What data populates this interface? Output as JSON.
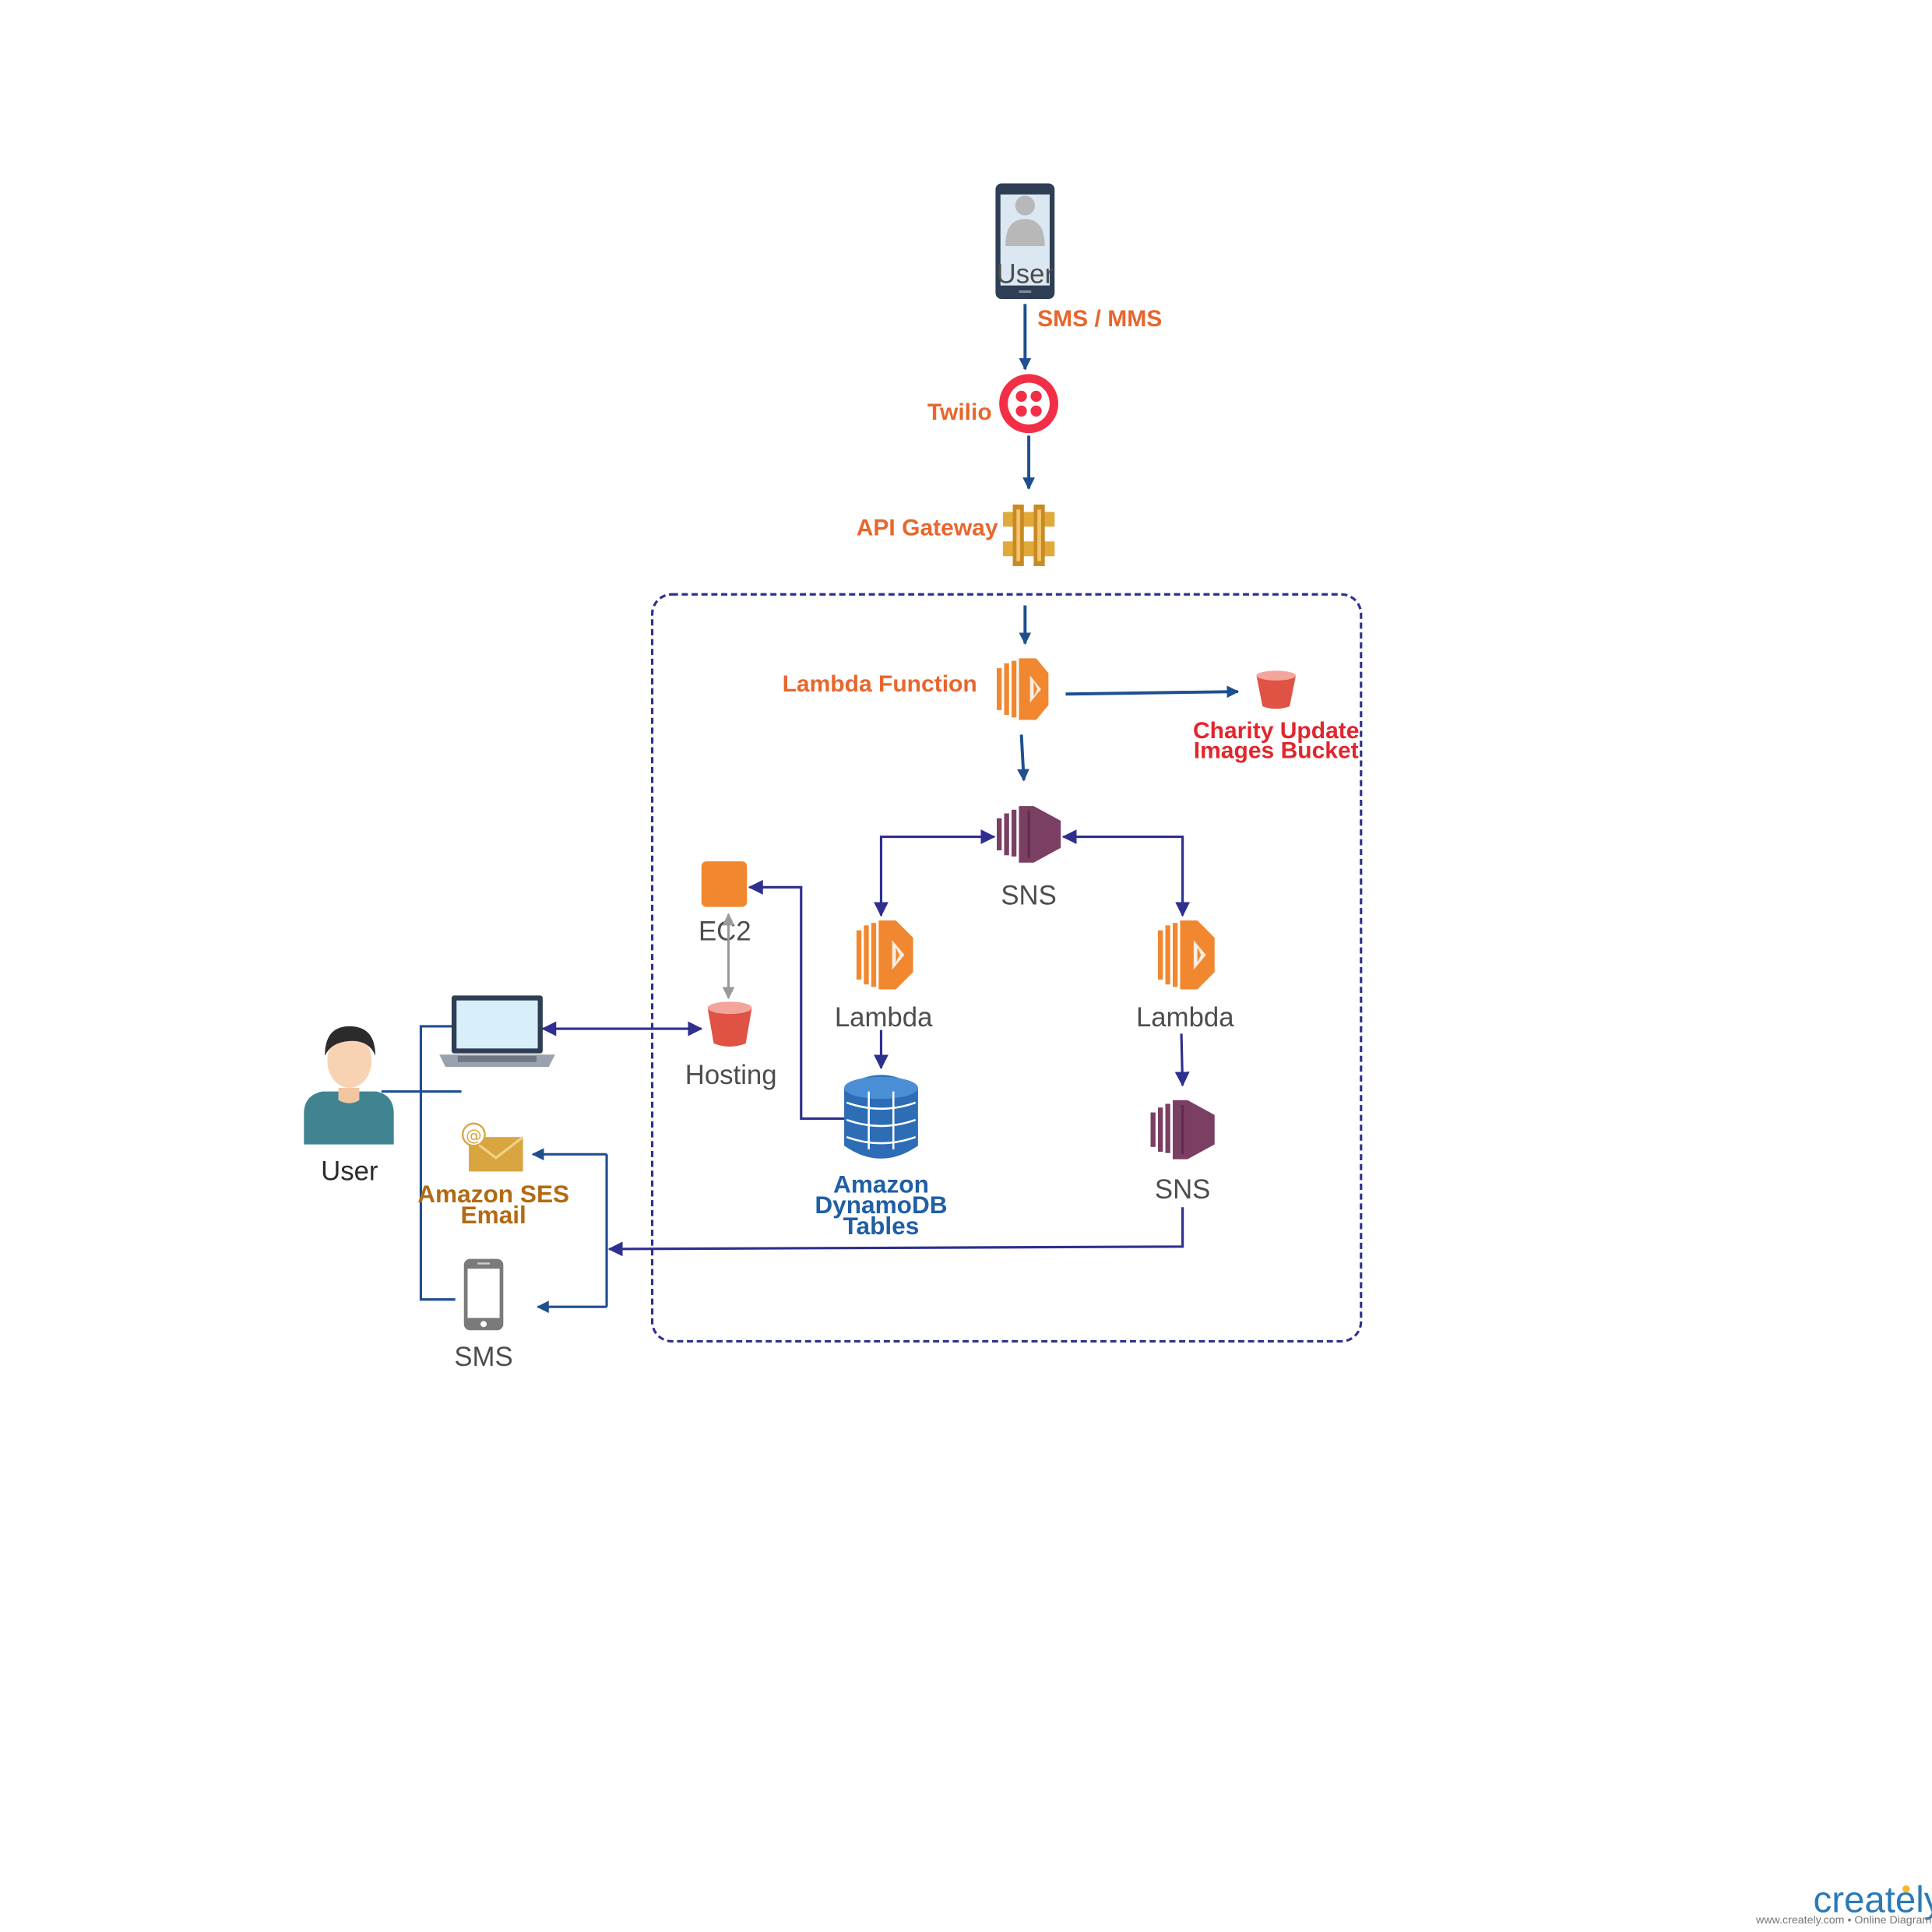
{
  "labels": {
    "user_phone": "User",
    "sms_mms": "SMS / MMS",
    "twilio": "Twilio",
    "api_gateway": "API Gateway",
    "lambda_function": "Lambda Function",
    "bucket_line1": "Charity Update",
    "bucket_line2": "Images Bucket",
    "sns_top": "SNS",
    "ec2": "EC2",
    "hosting": "Hosting",
    "lambda_left": "Lambda",
    "lambda_right": "Lambda",
    "dynamo_line1": "Amazon",
    "dynamo_line2": "DynamoDB",
    "dynamo_line3": "Tables",
    "sns_bottom": "SNS",
    "user_person": "User",
    "ses_line1": "Amazon SES",
    "ses_line2": "Email",
    "sms": "SMS"
  },
  "watermark": {
    "brand": "creately",
    "tagline": "www.creately.com • Online Diagramming"
  },
  "colors": {
    "flow_arrow": "#1f4f8f",
    "flow_arrow_purple": "#2e2f8f",
    "boundary": "#2e2f8f",
    "lambda": "#f1872f",
    "sns": "#7b3f63",
    "s3": "#e05243",
    "dynamodb": "#2d6db5",
    "ec2": "#f1872f",
    "api_gateway": "#e0a93a",
    "twilio": "#f22f46",
    "ses": "#d9a540"
  },
  "icons": [
    "phone-user-icon",
    "twilio-icon",
    "api-gateway-icon",
    "lambda-icon",
    "s3-bucket-icon",
    "sns-icon",
    "ec2-icon",
    "dynamodb-icon",
    "person-icon",
    "laptop-icon",
    "email-icon",
    "smartphone-icon"
  ]
}
